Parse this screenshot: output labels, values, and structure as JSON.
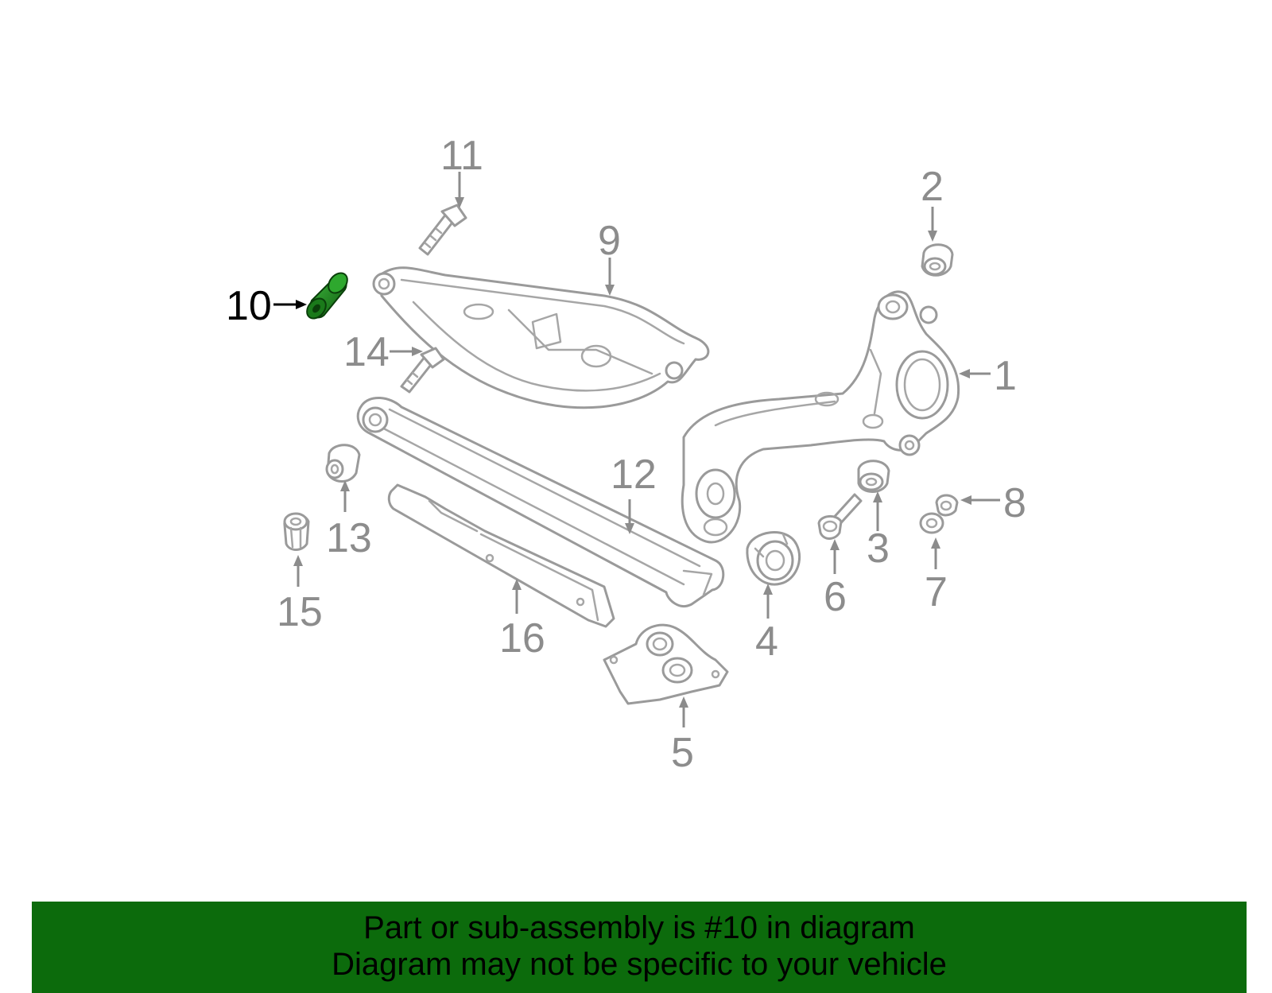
{
  "diagram": {
    "highlight_color": "#1f8f1f",
    "highlighted_part": "10",
    "callouts": {
      "c1": "1",
      "c2": "2",
      "c3": "3",
      "c4": "4",
      "c5": "5",
      "c6": "6",
      "c7": "7",
      "c8": "8",
      "c9": "9",
      "c10": "10",
      "c11": "11",
      "c12": "12",
      "c13": "13",
      "c14": "14",
      "c15": "15",
      "c16": "16"
    }
  },
  "footer": {
    "line1": "Part or sub-assembly is #10 in diagram",
    "line2": "Diagram may not be specific to your vehicle",
    "background": "#0c6b0c"
  }
}
